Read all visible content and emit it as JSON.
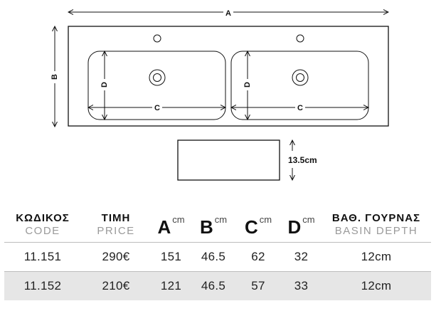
{
  "drawing": {
    "dim_a": "A",
    "dim_b": "B",
    "dim_c": "C",
    "dim_d": "D",
    "depth_label": "13.5cm"
  },
  "table": {
    "headers": [
      {
        "gr": "ΚΩΔΙΚΟΣ",
        "en": "CODE"
      },
      {
        "gr": "ΤΙΜΗ",
        "en": "PRICE"
      },
      {
        "big": "A",
        "unit": "cm"
      },
      {
        "big": "B",
        "unit": "cm"
      },
      {
        "big": "C",
        "unit": "cm"
      },
      {
        "big": "D",
        "unit": "cm"
      },
      {
        "gr": "ΒΑΘ. ΓΟΥΡΝΑΣ",
        "en": "BASIN DEPTH"
      }
    ],
    "rows": [
      [
        "11.151",
        "290€",
        "151",
        "46.5",
        "62",
        "32",
        "12cm"
      ],
      [
        "11.152",
        "210€",
        "121",
        "46.5",
        "57",
        "33",
        "12cm"
      ]
    ]
  }
}
